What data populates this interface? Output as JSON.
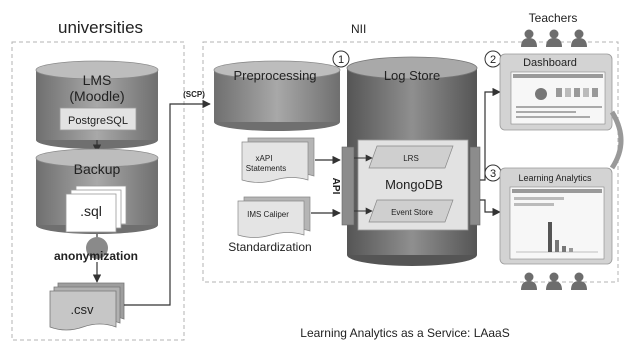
{
  "regions": {
    "universities": "universities",
    "nii": "NII",
    "footer": "Learning Analytics as a Service: LAaaS"
  },
  "universities": {
    "lms_title": "LMS",
    "lms_subtitle": "(Moodle)",
    "db": "PostgreSQL",
    "backup": "Backup",
    "sql_file": ".sql",
    "anonymization": "anonymization",
    "csv_file": ".csv"
  },
  "transfer": {
    "label": "(SCP)"
  },
  "nii": {
    "preprocessing": "Preprocessing",
    "xapi_line1": "xAPI",
    "xapi_line2": "Statements",
    "ims_caliper": "IMS Caliper",
    "standardization": "Standardization",
    "api": "API",
    "log_store": "Log Store",
    "lrs": "LRS",
    "mongodb": "MongoDB",
    "event_store": "Event Store"
  },
  "outputs": {
    "teachers": "Teachers",
    "dashboard": "Dashboard",
    "learning_analytics": "Learning Analytics",
    "num_1": "1",
    "num_2": "2",
    "num_3": "3"
  },
  "colors": {
    "cylinder_dark": "#7d7d7d",
    "cylinder_light": "#b9b9b9",
    "panel_bg": "#d3d3d3",
    "db_box": "#e2e2e2",
    "dashed": "#b3b3b3",
    "arrow": "#333333"
  }
}
